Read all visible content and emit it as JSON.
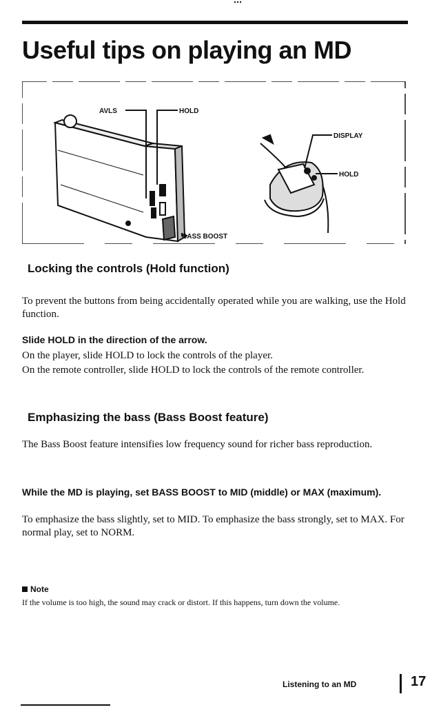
{
  "page": {
    "title": "Useful tips on playing an MD",
    "page_number": "17",
    "footer_section": "Listening to an MD"
  },
  "figure": {
    "labels": {
      "avls": "AVLS",
      "hold_main": "HOLD",
      "bass_boost": "BASS BOOST",
      "display": "DISPLAY",
      "hold_remote": "HOLD"
    }
  },
  "section1": {
    "heading": "Locking the controls (Hold function)",
    "intro": "To prevent the buttons from being accidentally operated while you are walking, use the Hold function.",
    "step": "Slide HOLD in the direction of the arrow.",
    "line1": "On the player, slide HOLD to lock the controls of the player.",
    "line2": "On the remote controller, slide HOLD to lock the controls of the remote controller."
  },
  "section2": {
    "heading": "Emphasizing the bass (Bass Boost feature)",
    "intro": "The Bass Boost feature intensifies low frequency sound for richer bass reproduction.",
    "step": "While the MD is playing, set BASS BOOST to MID (middle) or MAX (maximum).",
    "detail": "To emphasize the bass slightly, set to MID. To emphasize the bass strongly, set to MAX. For normal play, set to NORM."
  },
  "note": {
    "heading": "Note",
    "text": "If the volume is too high, the sound may crack or distort. If this happens, turn down the volume."
  }
}
